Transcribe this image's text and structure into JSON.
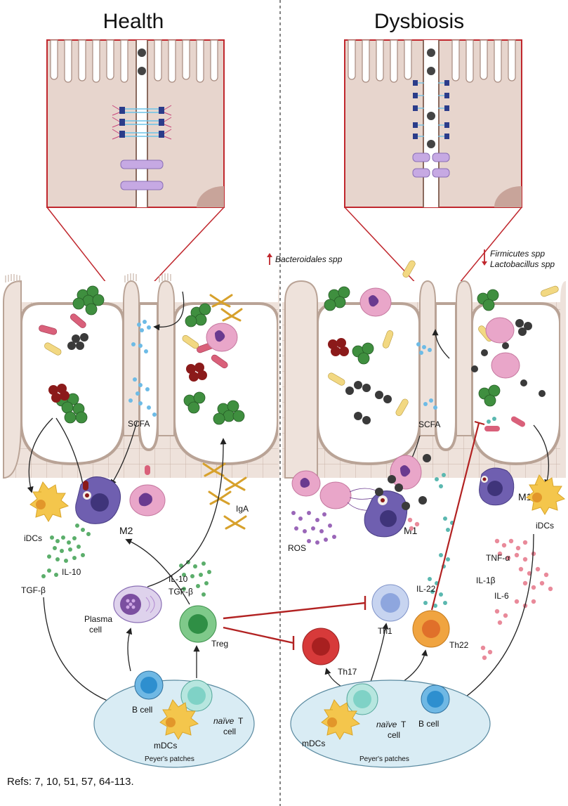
{
  "panels": {
    "left": {
      "title": "Health"
    },
    "right": {
      "title": "Dysbiosis"
    }
  },
  "microbes": {
    "up": "Bacteroidales spp",
    "down_1": "Firmicutes spp",
    "down_2": "Lactobacillus spp"
  },
  "left_labels": {
    "scfa": "SCFA",
    "m2": "M2",
    "iga": "IgA",
    "idcs": "iDCs",
    "il10_a": "IL-10",
    "tgfb_a": "TGF-β",
    "il10_b": "IL-10",
    "tgfb_b": "TGF-β",
    "plasma_1": "Plasma",
    "plasma_2": "cell",
    "treg": "Treg",
    "bcell": "B cell",
    "mdcs": "mDCs",
    "naive_1": "naïve",
    "naive_T": "T",
    "naive_2": "cell",
    "peyers": "Peyer's patches"
  },
  "right_labels": {
    "scfa": "SCFA",
    "m1_a": "M1",
    "m1_b": "M1",
    "ros": "ROS",
    "idcs": "iDCs",
    "il22": "IL-22",
    "tnfa": "TNF-α",
    "il1b": "IL-1β",
    "il6": "IL-6",
    "th1": "Th1",
    "th17": "Th17",
    "th22": "Th22",
    "bcell": "B cell",
    "mdcs": "mDCs",
    "naive_1": "naïve",
    "naive_T": "T",
    "naive_2": "cell",
    "peyers": "Peyer's patches"
  },
  "refs": "Refs: 7, 10, 51, 57, 64-113.",
  "colors": {
    "epithelium": "#ede0d8",
    "epithelium_stroke": "#b9a396",
    "inset_bg": "#e6d3cb",
    "inset_border": "#c0272d",
    "probiotic_green": "#3f8f3f",
    "pathobiont_dark": "#3a3a3a",
    "pathobiont_red": "#8b1a1a",
    "rod_pink": "#d9607a",
    "rod_yellow": "#f2d882",
    "neutrophil": "#e9a6c9",
    "macrophage": "#6f5fb0",
    "dc_yellow": "#f4c64c",
    "treg_green": "#4cae60",
    "bcell_blue": "#2e8fcf",
    "naive_teal": "#7fd2c6",
    "th1_blue": "#8ea6de",
    "th17_red": "#d73a3a",
    "th22_orange": "#ef9a32",
    "peyers_fill": "#d9ecf4",
    "inhibit_red": "#b22222",
    "iga_gold": "#d7a12c"
  }
}
